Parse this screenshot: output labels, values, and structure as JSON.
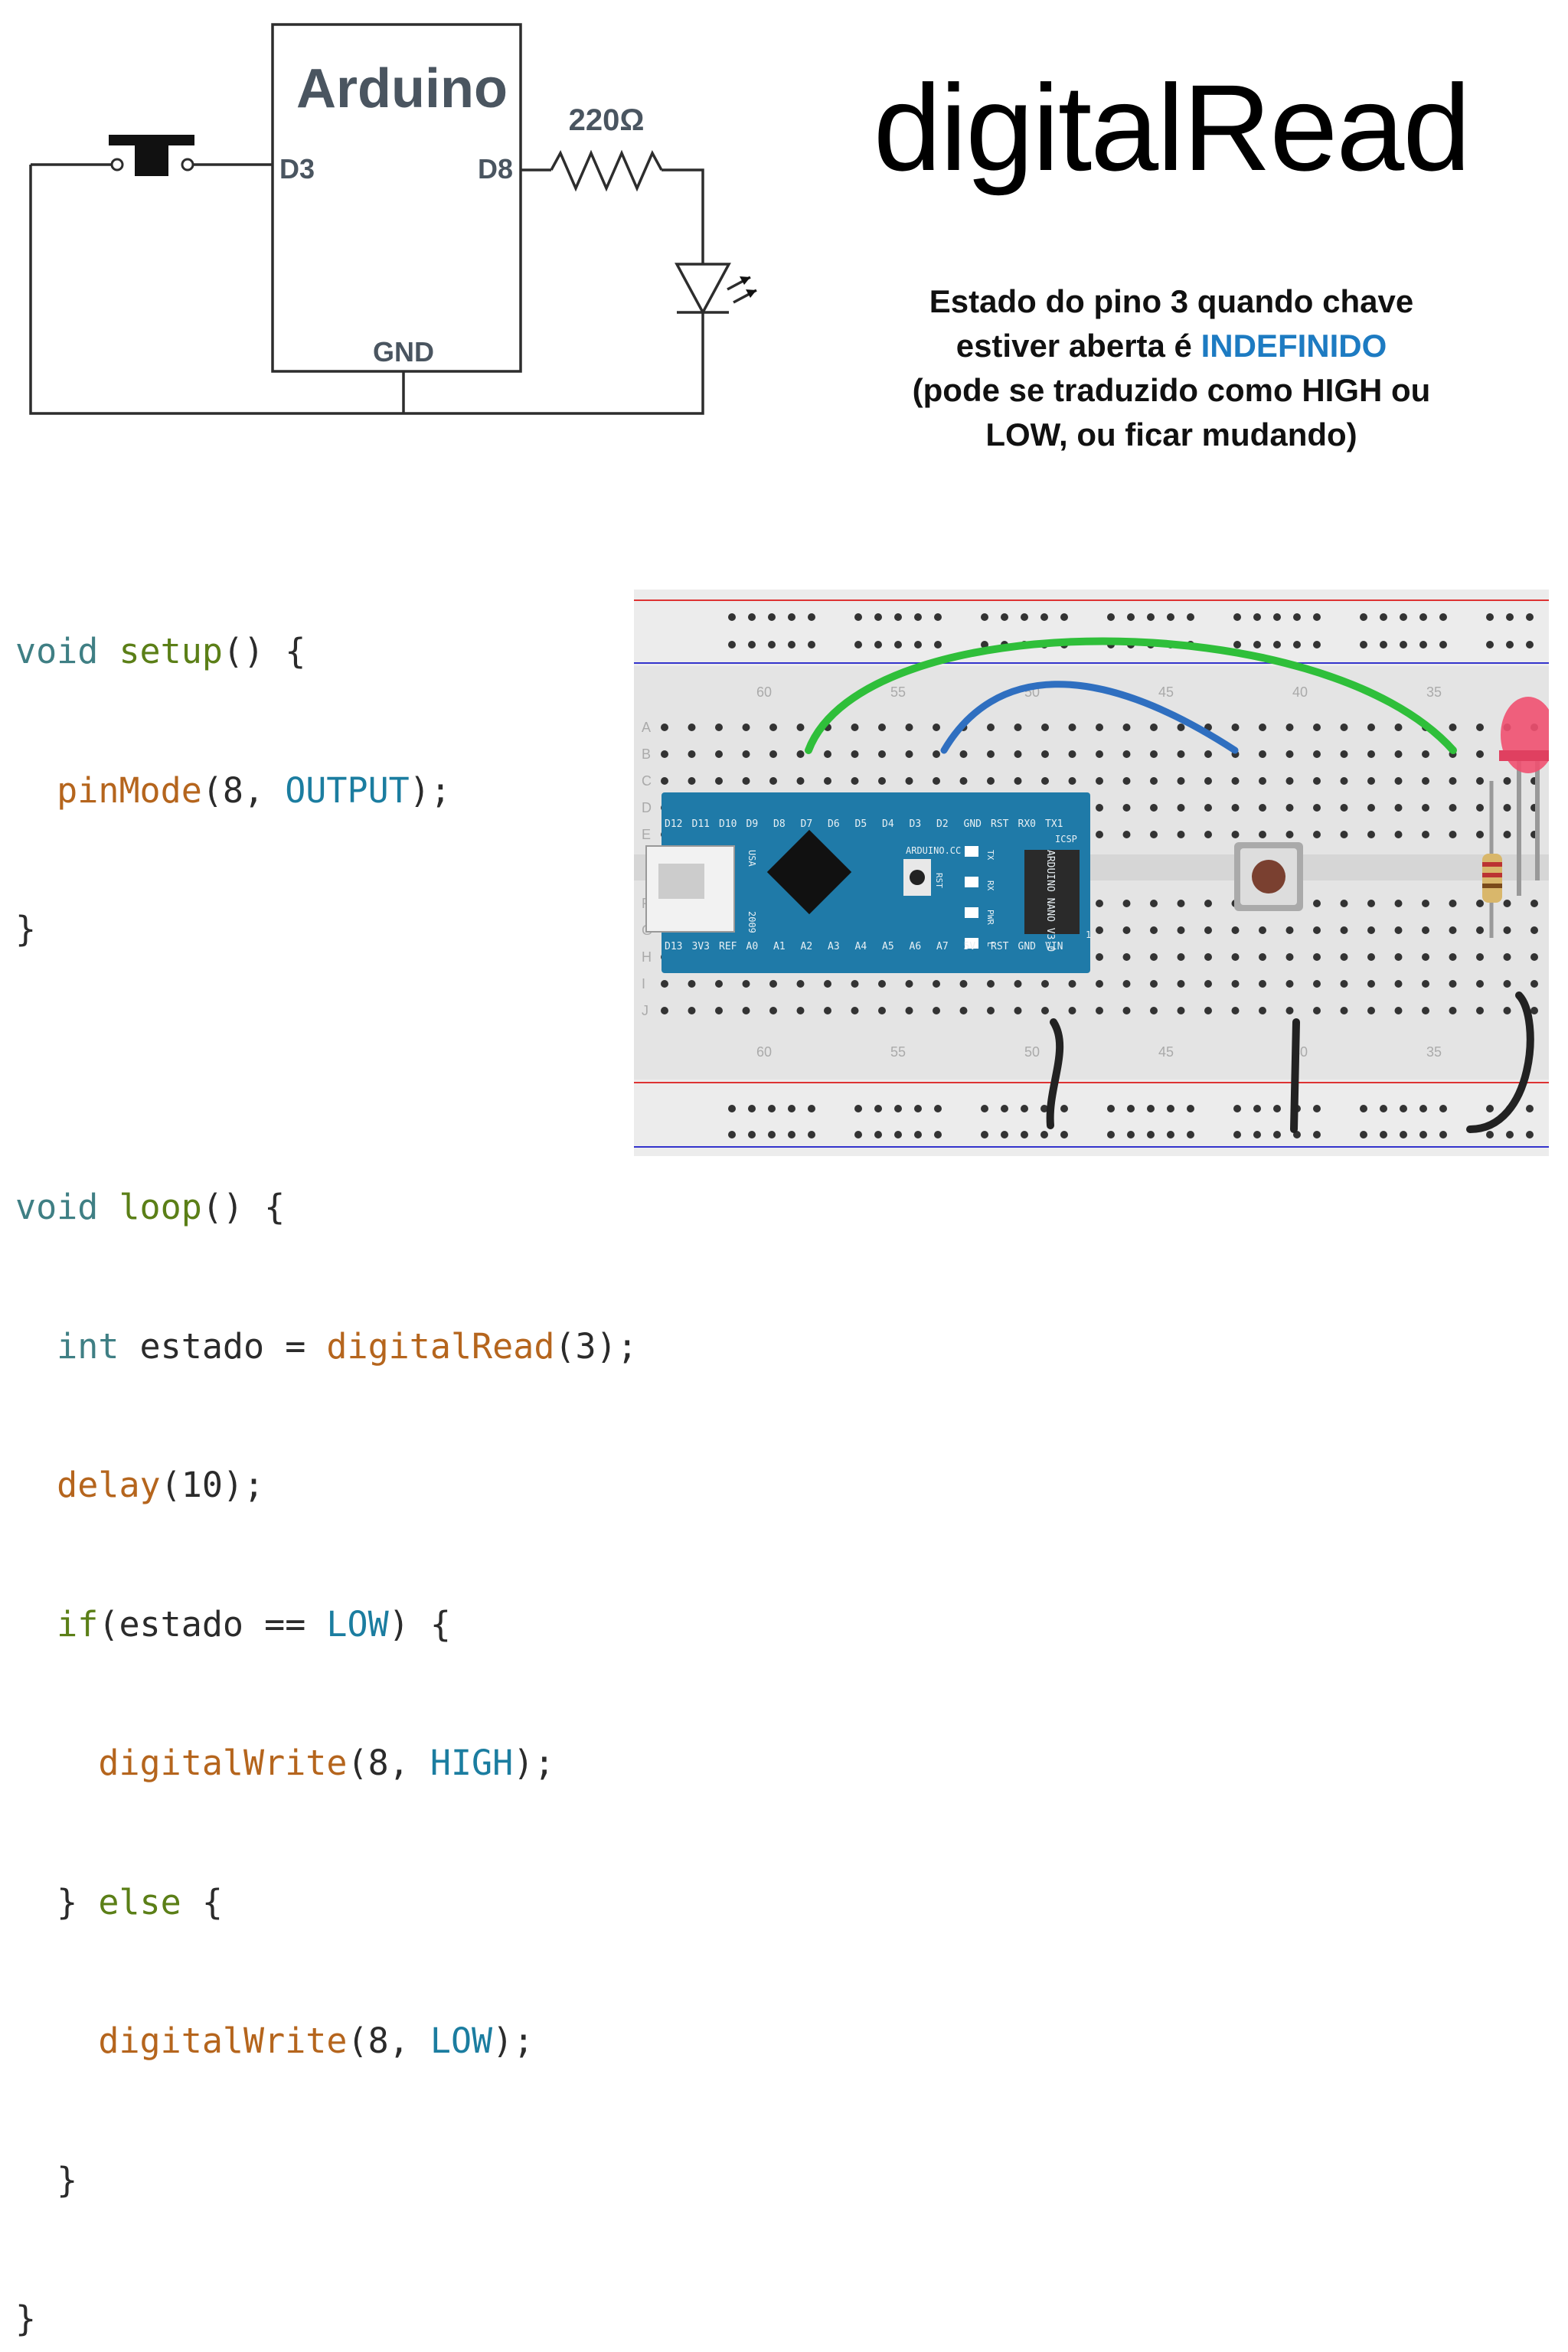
{
  "schematic": {
    "board_label": "Arduino",
    "pin_d3": "D3",
    "pin_d8": "D8",
    "pin_gnd": "GND",
    "resistor_label": "220Ω"
  },
  "title": "digitalRead",
  "note": {
    "line1": "Estado do pino 3 quando chave",
    "line2_prefix": "estiver aberta é ",
    "line2_highlight": "INDEFINIDO",
    "line3": "(pode se traduzido como HIGH ou",
    "line4": "LOW, ou ficar mudando)",
    "highlight_color": "#1d7bc2"
  },
  "code": {
    "l1": {
      "a": "void",
      "b": " setup",
      "c": "() {"
    },
    "l2": {
      "a": "  pinMode",
      "b": "(8, ",
      "c": "OUTPUT",
      "d": ");"
    },
    "l3": "}",
    "l5": {
      "a": "void",
      "b": " loop",
      "c": "() {"
    },
    "l6": {
      "a": "  int",
      "b": " estado = ",
      "c": "digitalRead",
      "d": "(3);"
    },
    "l7": {
      "a": "  delay",
      "b": "(10);"
    },
    "l8": {
      "a": "  if",
      "b": "(estado == ",
      "c": "LOW",
      "d": ") {"
    },
    "l9": {
      "a": "    digitalWrite",
      "b": "(8, ",
      "c": "HIGH",
      "d": ");"
    },
    "l10": {
      "a": "  } ",
      "b": "else",
      "c": " {"
    },
    "l11": {
      "a": "    digitalWrite",
      "b": "(8, ",
      "c": "LOW",
      "d": ");"
    },
    "l12": "  }",
    "l13": "}"
  },
  "breadboard": {
    "column_numbers": [
      "60",
      "55",
      "50",
      "45",
      "40",
      "35"
    ],
    "row_letters_top": [
      "A",
      "B",
      "C",
      "D",
      "E"
    ],
    "row_letters_bottom": [
      "F",
      "G",
      "H",
      "I",
      "J"
    ],
    "nano_pins_top": [
      "D12",
      "D11",
      "D10",
      "D9",
      "D8",
      "D7",
      "D6",
      "D5",
      "D4",
      "D3",
      "D2",
      "GND",
      "RST",
      "RX0",
      "TX1"
    ],
    "nano_pins_bottom": [
      "D13",
      "3V3",
      "REF",
      "A0",
      "A1",
      "A2",
      "A3",
      "A4",
      "A5",
      "A6",
      "A7",
      "5V",
      "RST",
      "GND",
      "VIN"
    ],
    "nano_text": {
      "brand": "ARDUINO.CC",
      "name": "ARDUINO NANO V3.0",
      "usa": "USA",
      "year": "2009",
      "rst": "RST",
      "icsp": "ICSP",
      "tx": "TX",
      "rx": "RX",
      "pwr": "PWR",
      "l": "L",
      "one": "1"
    },
    "wire_colors": {
      "green": "#2fbf3a",
      "blue": "#2f6fc0",
      "black": "#222222"
    }
  }
}
